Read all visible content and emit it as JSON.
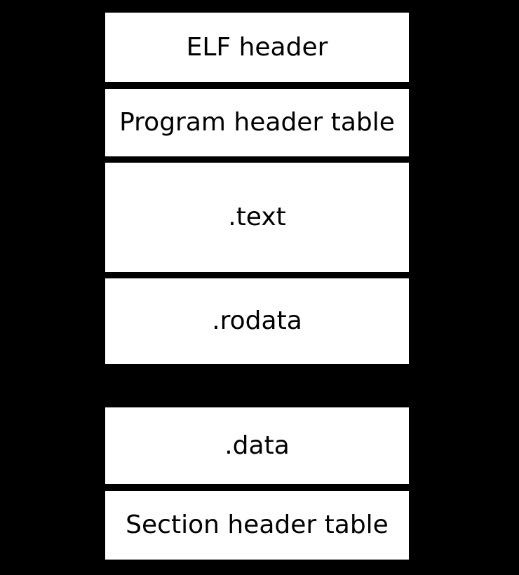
{
  "diagram": {
    "colors": {
      "background": "#000000",
      "box_fill": "#ffffff",
      "box_text": "#000000"
    },
    "boxes": [
      {
        "label": "ELF header"
      },
      {
        "label": "Program header table"
      },
      {
        "label": ".text"
      },
      {
        "label": ".rodata"
      },
      {
        "label": ".data"
      },
      {
        "label": "Section header table"
      }
    ]
  }
}
